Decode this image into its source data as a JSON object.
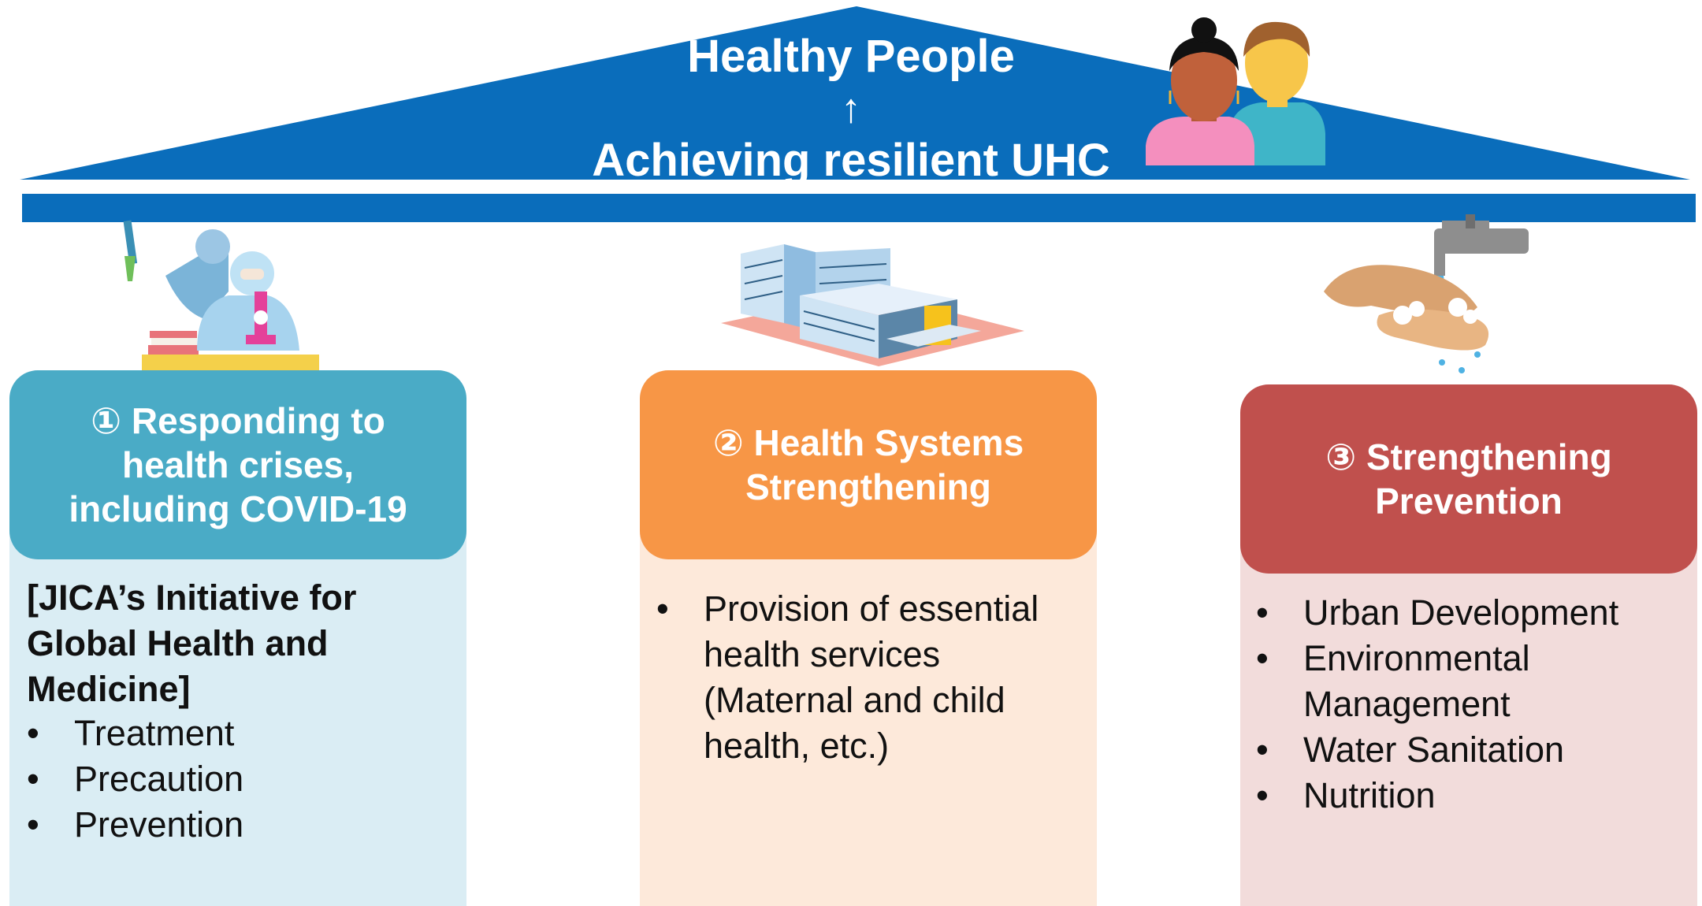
{
  "roof": {
    "title": "Healthy People",
    "arrow": "↑",
    "subtitle": "Achieving resilient UHC",
    "color": "#0a6dbb"
  },
  "icons": {
    "people": "people-icon",
    "lab": "lab-researchers-icon",
    "hospital": "hospital-building-icon",
    "handwash": "hand-washing-icon"
  },
  "pillars": [
    {
      "title_lines": [
        "① Responding to",
        "health crises,",
        "including COVID-19"
      ],
      "head_color": "#4aabc6",
      "body_color": "#daedf4",
      "subheading_lines": [
        "[JICA’s Initiative for",
        "Global Health and",
        "Medicine]"
      ],
      "items": [
        "Treatment",
        "Precaution",
        "Prevention"
      ]
    },
    {
      "title_lines": [
        "② Health Systems",
        "Strengthening"
      ],
      "head_color": "#f79646",
      "body_color": "#fde9da",
      "items": [
        "Provision of essential health services (Maternal and child health, etc.)"
      ]
    },
    {
      "title_lines": [
        "③ Strengthening",
        "Prevention"
      ],
      "head_color": "#c0504d",
      "body_color": "#f2dcdb",
      "items": [
        "Urban Development",
        "Environmental Management",
        "Water Sanitation",
        "Nutrition"
      ]
    }
  ]
}
